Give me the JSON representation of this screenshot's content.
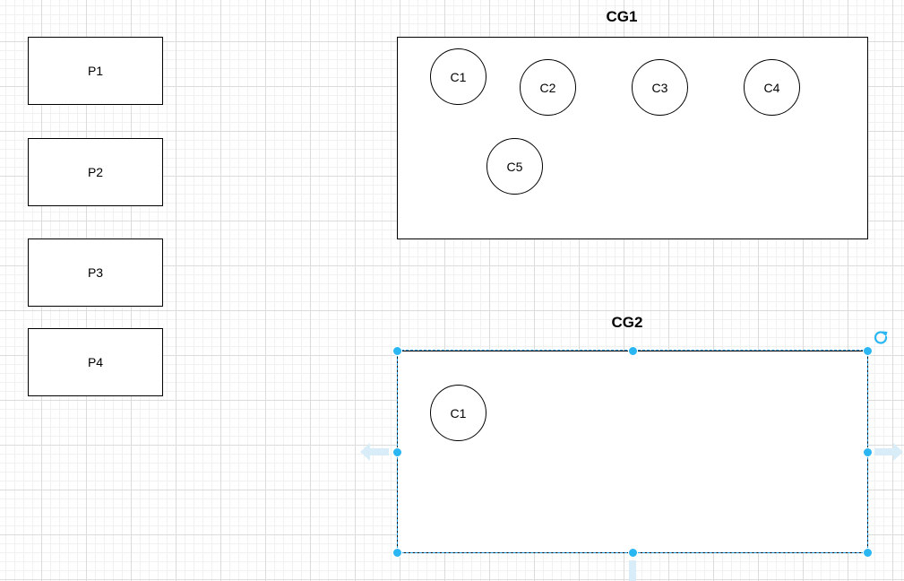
{
  "processes": [
    "P1",
    "P2",
    "P3",
    "P4"
  ],
  "groups": [
    {
      "title": "CG1",
      "circles": [
        "C1",
        "C2",
        "C3",
        "C4",
        "C5"
      ]
    },
    {
      "title": "CG2",
      "circles": [
        "C1"
      ]
    }
  ],
  "colors": {
    "selection": "#29b6f2",
    "arrow": "#d9edf9",
    "grid": "#dcdcdc"
  },
  "icons": {
    "rotate": "rotate-icon",
    "arrows": "arrow-icon"
  }
}
